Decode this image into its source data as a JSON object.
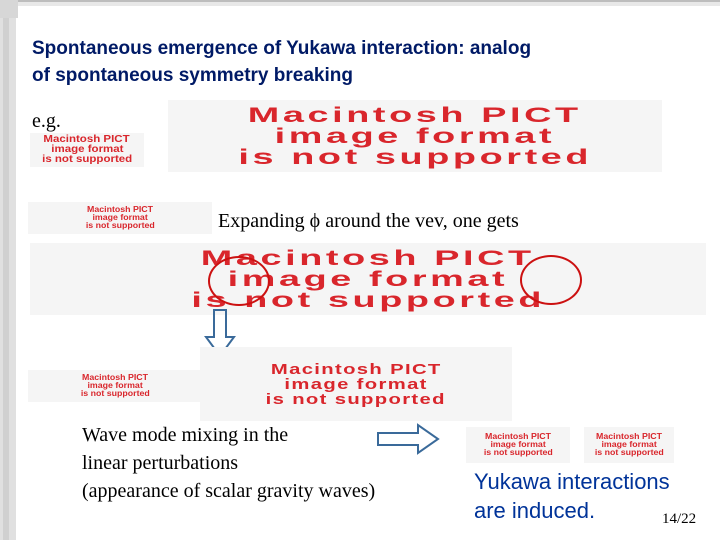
{
  "title": {
    "line1": "Spontaneous emergence of Yukawa interaction: analog",
    "line2": "of spontaneous symmetry breaking"
  },
  "labels": {
    "eg": "e.g.",
    "expanding_prefix": "Expanding ",
    "phi": "ϕ",
    "expanding_suffix": " around the vev, one gets"
  },
  "wave_text": {
    "line1": "Wave mode mixing in the",
    "line2": "linear perturbations",
    "line3": "(appearance of scalar gravity waves)"
  },
  "yukawa_text": {
    "line1": "Yukawa interactions",
    "line2": "are induced."
  },
  "placeholder": {
    "line1": "Macintosh PICT",
    "line2": "image format",
    "line3": "is not supported"
  },
  "page_number": "14/22",
  "colors": {
    "title": "#001a66",
    "yukawa": "#003399",
    "placeholder_text": "#d9262c",
    "circles": "#cc1111",
    "arrows": "#3a6a9a"
  },
  "icons": {
    "down_arrow": "down-arrow-icon",
    "right_arrow": "right-arrow-icon"
  }
}
